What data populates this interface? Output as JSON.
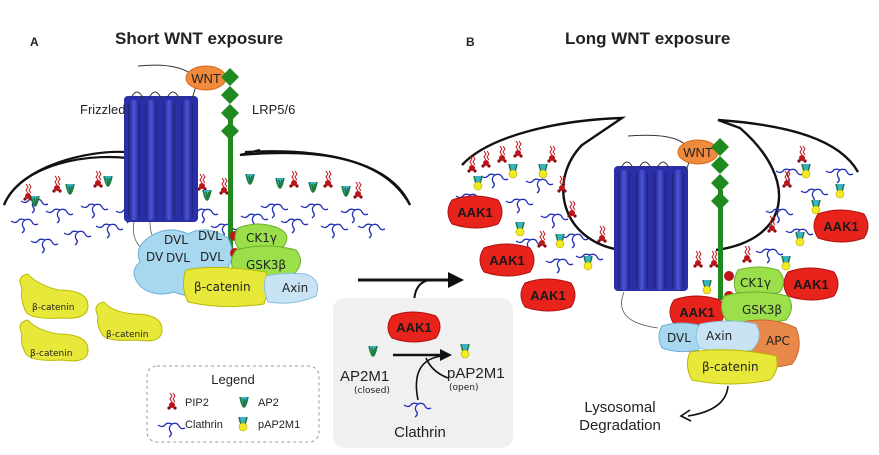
{
  "panels": [
    {
      "letter": "A",
      "title": "Short WNT exposure",
      "labels": {
        "frizzled": "Frizzled",
        "lrp": "LRP5/6",
        "wnt": "WNT",
        "dvl": "DVL",
        "dv": "DV",
        "ck1": "CK1γ",
        "gsk": "GSK3β",
        "bcat": "β-catenin",
        "axin": "Axin",
        "p": "P"
      },
      "free_beta_catenin": [
        "β-catenin",
        "β-catenin",
        "β-catenin"
      ]
    },
    {
      "letter": "B",
      "title": "Long WNT exposure",
      "labels": {
        "wnt": "WNT",
        "aak1": "AAK1",
        "ck1": "CK1γ",
        "gsk": "GSK3β",
        "dvl": "DVL",
        "axin": "Axin",
        "apc": "APC",
        "bcat": "β-catenin",
        "p": "P",
        "fate_line1": "Lysosomal",
        "fate_line2": "Degradation"
      }
    }
  ],
  "mechanism_box": {
    "kinase": "AAK1",
    "substrate": "AP2M1",
    "substrate_state": "(closed)",
    "product": "pAP2M1",
    "product_state": "(open)",
    "cofactor": "Clathrin"
  },
  "legend": {
    "title": "Legend",
    "items": [
      {
        "icon": "pip2-icon",
        "label": "PIP2"
      },
      {
        "icon": "ap2-icon",
        "label": "AP2"
      },
      {
        "icon": "clathrin-icon",
        "label": "Clathrin"
      },
      {
        "icon": "pap2m1-icon",
        "label": "pAP2M1"
      }
    ]
  },
  "colors": {
    "frizzled": "#2a2fa8",
    "lrp": "#1f8a1f",
    "wnt": "#f08a3c",
    "dvl": "#a8d8f0",
    "ck1": "#9be04a",
    "bcat": "#e8e83a",
    "aak1": "#e8231c",
    "apc": "#e8894a",
    "pip2": "#c0141c",
    "clathrin": "#2230b8",
    "ap2": "#3ab0c8",
    "membrane": "#111111",
    "box_bg": "#f0f0f0"
  }
}
